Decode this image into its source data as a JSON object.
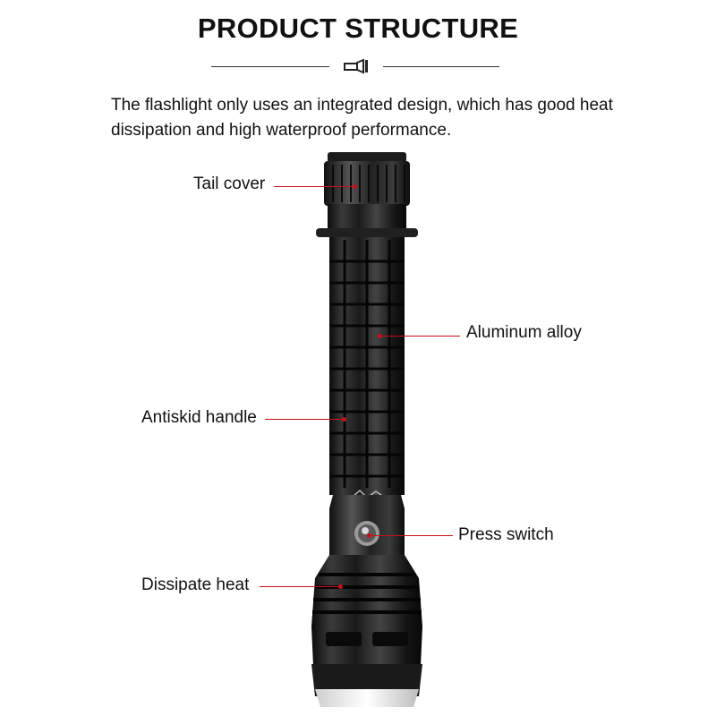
{
  "header": {
    "title": "PRODUCT STRUCTURE",
    "icon": "flashlight-icon"
  },
  "intro_text": "The flashlight only uses an integrated design, which has good heat dissipation and high waterproof performance.",
  "callouts": {
    "tail_cover": "Tail cover",
    "aluminum_alloy": "Aluminum alloy",
    "antiskid_handle": "Antiskid handle",
    "press_switch": "Press switch",
    "dissipate_heat": "Dissipate heat"
  },
  "colors": {
    "accent": "#c8101a",
    "body": "#1a1a1a"
  }
}
